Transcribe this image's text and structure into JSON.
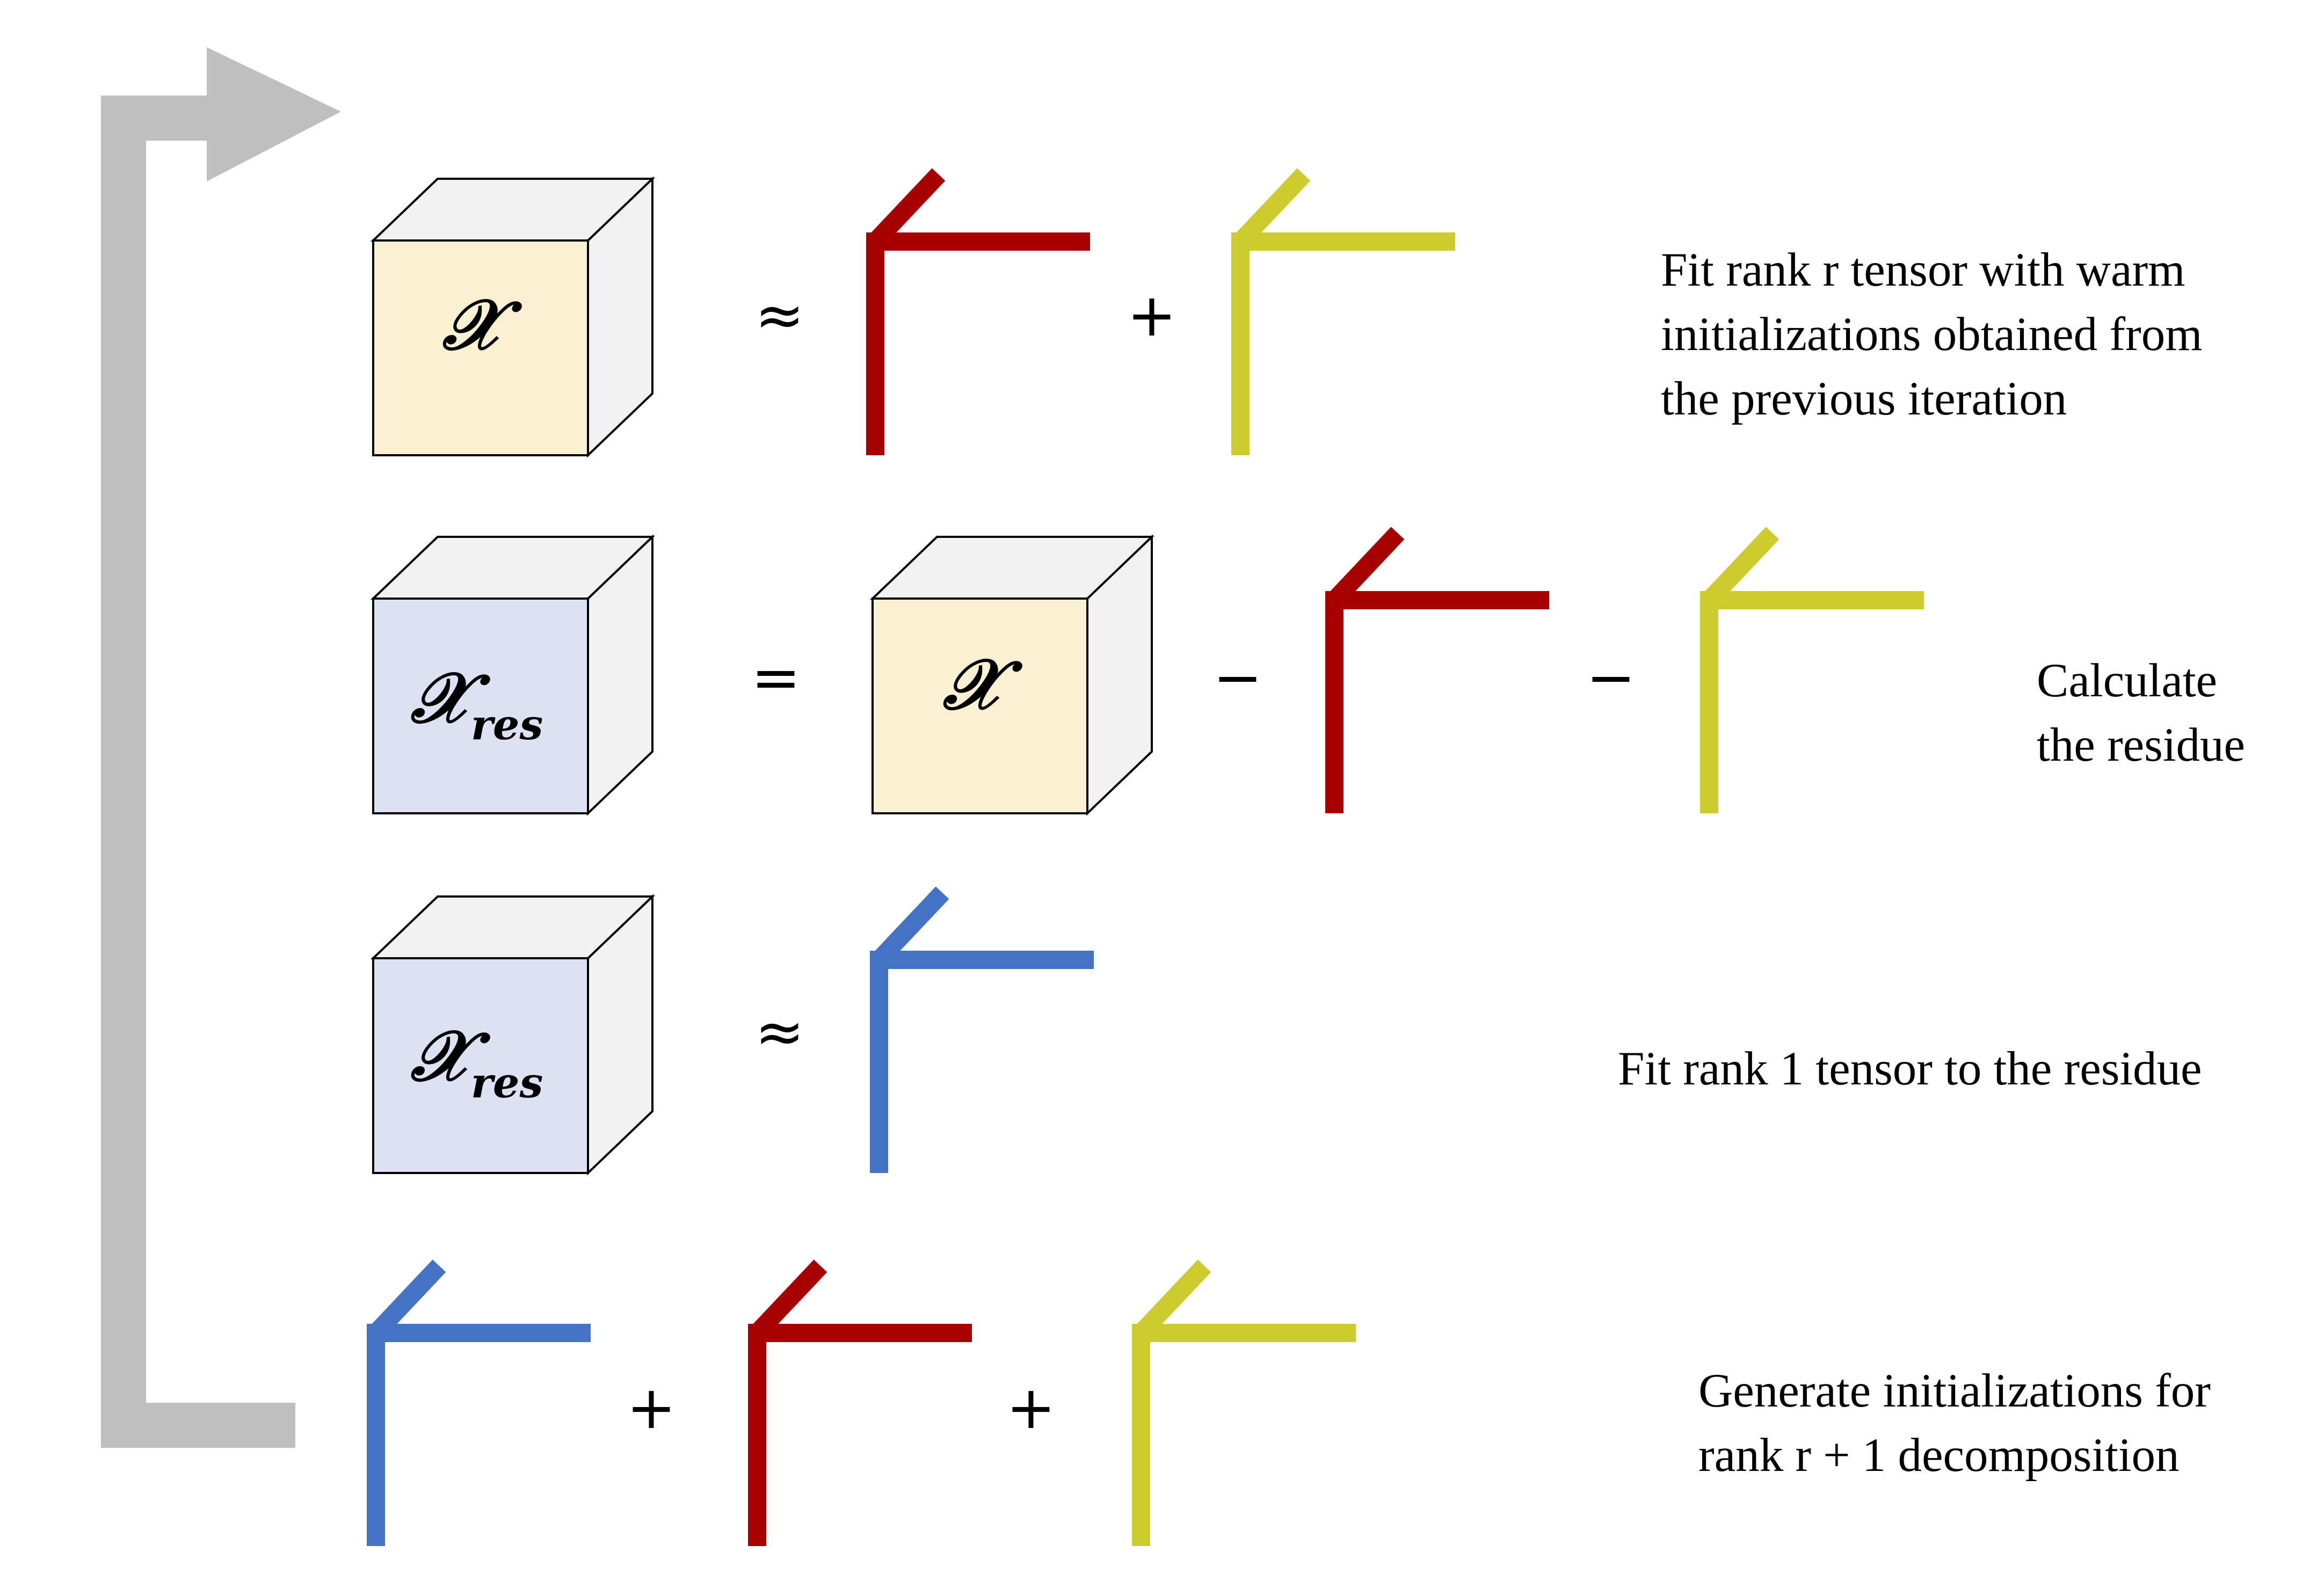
{
  "colors": {
    "red": "#A80000",
    "yellow": "#CDCB2E",
    "blue": "#4472C4",
    "cube_front_yellow": "#FAF1D2",
    "cube_front_blue": "#DCE2F3",
    "cube_side": "#F2F2F2",
    "loop_arrow": "#BFBFBF"
  },
  "tensor": {
    "symbol": "𝒳",
    "subscript": "res"
  },
  "rows": [
    {
      "operator": "≈",
      "plus": "+",
      "description": [
        "Fit rank r tensor with warm",
        "initializations obtained from",
        "the previous iteration"
      ]
    },
    {
      "operator": "=",
      "minus_1": "−",
      "minus_2": "−",
      "description": [
        "Calculate",
        "the residue"
      ]
    },
    {
      "operator": "≈",
      "description": [
        "Fit rank 1 tensor to the residue"
      ]
    },
    {
      "plus_1": "+",
      "plus_2": "+",
      "description": [
        "Generate initializations for",
        "rank r + 1 decomposition"
      ]
    }
  ]
}
